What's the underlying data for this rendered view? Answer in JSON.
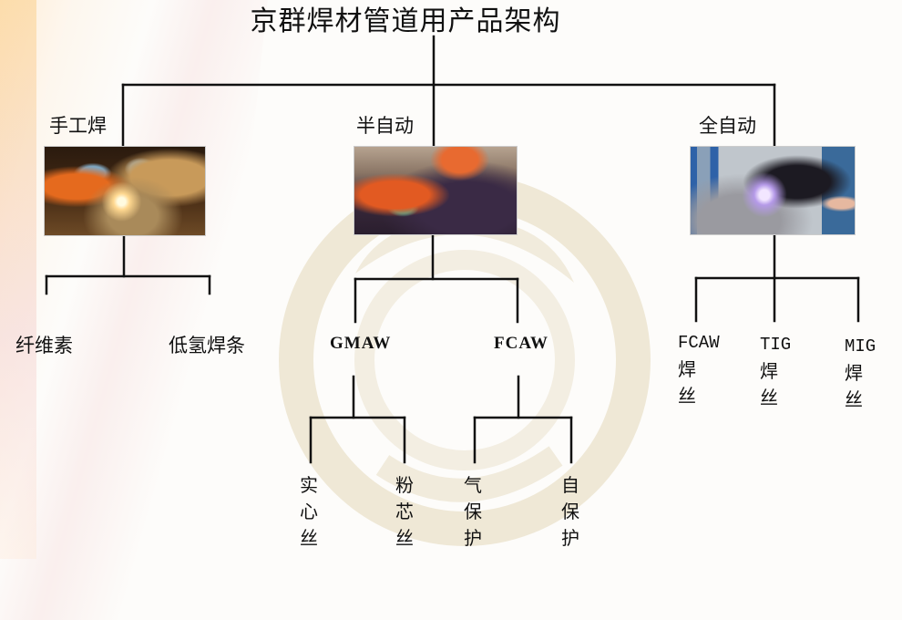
{
  "diagram": {
    "title": "京群焊材管道用产品架构",
    "colors": {
      "line": "#111111",
      "background": "#fdfcfa",
      "watermark": "#efe8d6"
    },
    "branches": [
      {
        "label": "手工焊",
        "image": "manual-welding-photo",
        "children": [
          {
            "label": "纤维素"
          },
          {
            "label": "低氢焊条"
          }
        ]
      },
      {
        "label": "半自动",
        "image": "semi-automatic-welding-photo",
        "children": [
          {
            "label": "GMAW",
            "children": [
              {
                "label": "实心丝",
                "chars": [
                  "实",
                  "心",
                  "丝"
                ]
              },
              {
                "label": "粉芯丝",
                "chars": [
                  "粉",
                  "芯",
                  "丝"
                ]
              }
            ]
          },
          {
            "label": "FCAW",
            "children": [
              {
                "label": "气保护",
                "chars": [
                  "气",
                  "保",
                  "护"
                ]
              },
              {
                "label": "自保护",
                "chars": [
                  "自",
                  "保",
                  "护"
                ]
              }
            ]
          }
        ]
      },
      {
        "label": "全自动",
        "image": "automatic-welding-photo",
        "children": [
          {
            "code": "FCAW",
            "chars": [
              "焊",
              "丝"
            ]
          },
          {
            "code": "TIG",
            "chars": [
              "焊",
              "丝"
            ]
          },
          {
            "code": "MIG",
            "chars": [
              "焊",
              "丝"
            ]
          }
        ]
      }
    ]
  }
}
